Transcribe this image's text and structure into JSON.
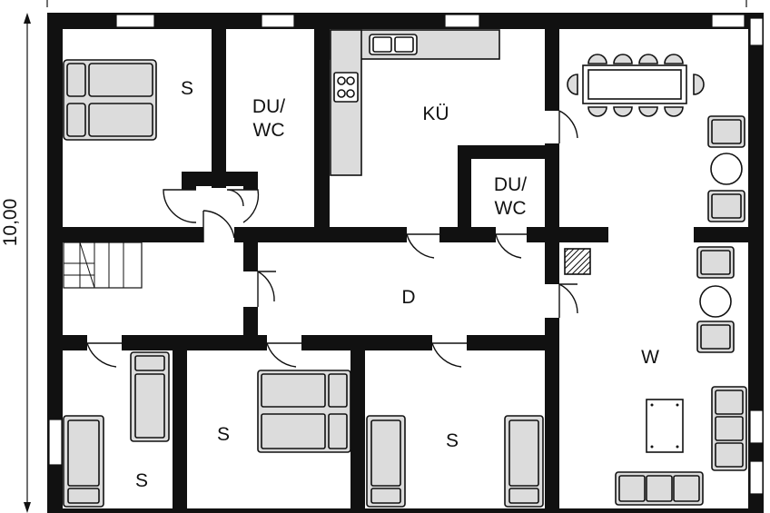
{
  "plan": {
    "rooms": [
      {
        "id": "bedroom-1",
        "label": "S"
      },
      {
        "id": "shower-wc-1",
        "label_line1": "DU/",
        "label_line2": "WC"
      },
      {
        "id": "kitchen",
        "label": "KÜ"
      },
      {
        "id": "shower-wc-2",
        "label_line1": "DU/",
        "label_line2": "WC"
      },
      {
        "id": "hallway",
        "label": "D"
      },
      {
        "id": "living",
        "label": "W"
      },
      {
        "id": "bedroom-2",
        "label": "S"
      },
      {
        "id": "bedroom-3",
        "label": "S"
      },
      {
        "id": "bedroom-4",
        "label": "S"
      }
    ],
    "dimension_label": "10,00"
  }
}
